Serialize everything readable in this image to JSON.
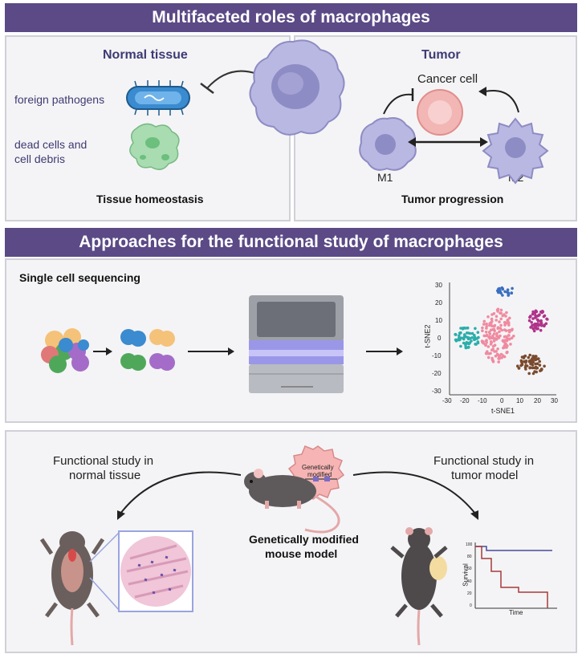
{
  "banners": {
    "roles": "Multifaceted roles of macrophages",
    "approaches": "Approaches for the functional study of macrophages"
  },
  "normal": {
    "title": "Normal tissue",
    "pathogens": "foreign pathogens",
    "dead_cells_line1": "dead cells and",
    "dead_cells_line2": "cell debris",
    "footer": "Tissue homeostasis"
  },
  "tumor": {
    "title": "Tumor",
    "cancer_cell": "Cancer cell",
    "m1": "M1",
    "m2": "M2",
    "footer": "Tumor progression"
  },
  "sequencing": {
    "title": "Single cell sequencing",
    "tsne": {
      "xlabel": "t-SNE1",
      "ylabel": "t-SNE2",
      "xticks": [
        "-30",
        "-20",
        "-10",
        "0",
        "10",
        "20",
        "30"
      ],
      "yticks": [
        "30",
        "20",
        "10",
        "0",
        "-10",
        "-20",
        "-30"
      ]
    }
  },
  "mouse": {
    "normal_label_line1": "Functional study in",
    "normal_label_line2": "normal tissue",
    "tumor_label_line1": "Functional study in",
    "tumor_label_line2": "tumor model",
    "gm_badge_line1": "Genetically",
    "gm_badge_line2": "modified",
    "model_line1": "Genetically modified",
    "model_line2": "mouse model"
  },
  "survival": {
    "ylabel": "Survival",
    "xlabel": "Time",
    "yticks": [
      "100",
      "80",
      "60",
      "40",
      "20",
      "0"
    ]
  },
  "colors": {
    "banner": "#5b4a86",
    "macrophage": "#b9b8e2",
    "cancer_cell": "#f2b6b4",
    "bacteria": "#3a8bd0",
    "debris": "#8fcf9a",
    "surv_blue": "#4a4a9a",
    "surv_red": "#a83a3a"
  }
}
